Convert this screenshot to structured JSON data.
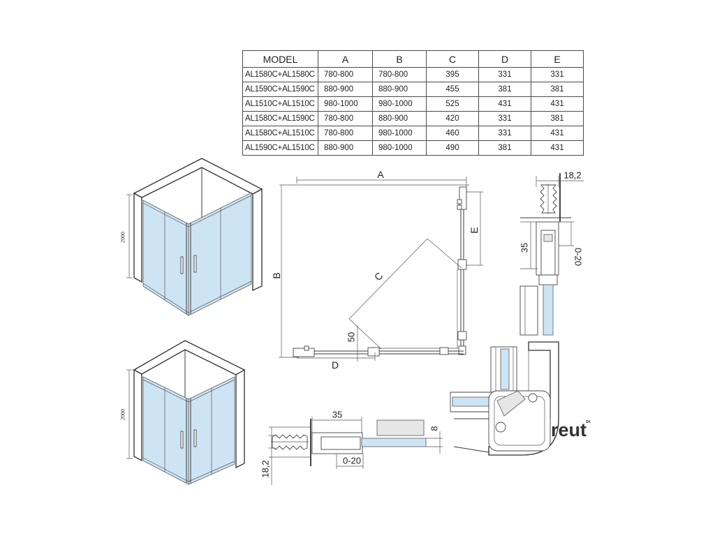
{
  "table": {
    "headers": [
      "MODEL",
      "A",
      "B",
      "C",
      "D",
      "E"
    ],
    "rows": [
      [
        "AL1580C+AL1580C",
        "780-800",
        "780-800",
        "395",
        "331",
        "331"
      ],
      [
        "AL1590C+AL1590C",
        "880-900",
        "880-900",
        "455",
        "381",
        "381"
      ],
      [
        "AL1510C+AL1510C",
        "980-1000",
        "980-1000",
        "525",
        "431",
        "431"
      ],
      [
        "AL1580C+AL1590C",
        "780-800",
        "880-900",
        "420",
        "331",
        "381"
      ],
      [
        "AL1580C+AL1510C",
        "780-800",
        "980-1000",
        "460",
        "331",
        "431"
      ],
      [
        "AL1590C+AL1510C",
        "880-900",
        "980-1000",
        "490",
        "381",
        "431"
      ]
    ]
  },
  "iso_view_top": {
    "height_label": "2000"
  },
  "iso_view_bottom": {
    "height_label": "2000"
  },
  "plan_view": {
    "a": "A",
    "b": "B",
    "c": "C",
    "d": "D",
    "e": "E",
    "offset": "50"
  },
  "vertical_profile": {
    "width": "18,2",
    "depth": "35",
    "adjust": "0-20"
  },
  "horizontal_profile": {
    "depth": "35",
    "glass": "8",
    "adjust": "0-20",
    "width": "18,2"
  },
  "logo": {
    "name": "reut",
    "suffix": "SK"
  },
  "colors": {
    "glass": "#cde4f5",
    "line": "#3a3a3a",
    "wall": "#2e2e2e"
  }
}
